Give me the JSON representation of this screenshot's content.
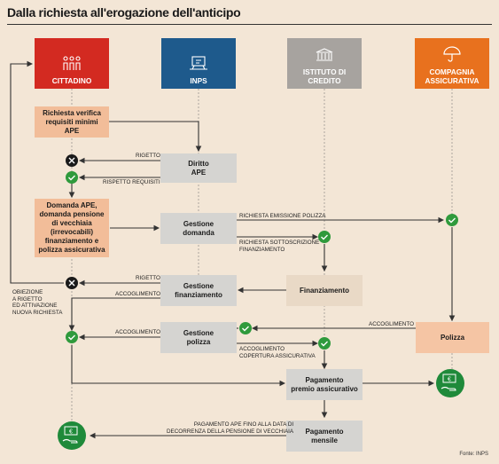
{
  "title": "Dalla richiesta all'erogazione dell'anticipo",
  "actors": {
    "cittadino": "CITTADINO",
    "inps": "INPS",
    "istituto": "ISTITUTO\nDI CREDITO",
    "compagnia": "COMPAGNIA\nASSICURATIVA"
  },
  "boxes": {
    "richiesta_verifica": "Richiesta verifica\nrequisiti minimi\nAPE",
    "diritto_ape": "Diritto\nAPE",
    "domanda_ape": "Domanda APE,\ndomanda pensione\ndi vecchiaia\n(irrevocabili)\nfinanziamento e\npolizza assicurativa",
    "gestione_domanda": "Gestione\ndomanda",
    "gestione_finanziamento": "Gestione\nfinanziamento",
    "finanziamento": "Finanziamento",
    "gestione_polizza": "Gestione\npolizza",
    "polizza": "Polizza",
    "pagamento_premio": "Pagamento\npremio assicurativo",
    "pagamento_mensile": "Pagamento\nmensile"
  },
  "labels": {
    "rigetto_1": "RIGETTO",
    "rispetto_requisiti": "RISPETTO REQUISITI",
    "richiesta_emissione": "RICHIESTA EMISSIONE POLIZZA",
    "richiesta_sottoscrizione": "RICHIESTA SOTTOSCRIZIONE\nFINANZIAMENTO",
    "rigetto_2": "RIGETTO",
    "accoglimento_1": "ACCOGLIMENTO",
    "obiezione": "OBIEZIONE\nA RIGETTO\nED ATTIVAZIONE\nNUOVA RICHIESTA",
    "accoglimento_2": "ACCOGLIMENTO",
    "accoglimento_3": "ACCOGLIMENTO",
    "accoglimento_copertura": "ACCOGLIMENTO\nCOPERTURA ASSICURATIVA",
    "pagamento_ape": "PAGAMENTO APE FINO ALLA DATA DI\nDECORRENZA DELLA PENSIONE DI VECCHIAIA"
  },
  "source": "Fonte: INPS",
  "colors": {
    "cittadino": "#d32a21",
    "inps": "#1e5a8c",
    "istituto": "#a7a39f",
    "compagnia": "#e8711e",
    "approve": "#2f9a3c",
    "reject": "#1a1a1a",
    "background": "#f3e6d6"
  },
  "icons": [
    "people-icon",
    "computer-icon",
    "bank-icon",
    "umbrella-icon",
    "check-icon",
    "reject-icon",
    "money-hand-icon"
  ]
}
